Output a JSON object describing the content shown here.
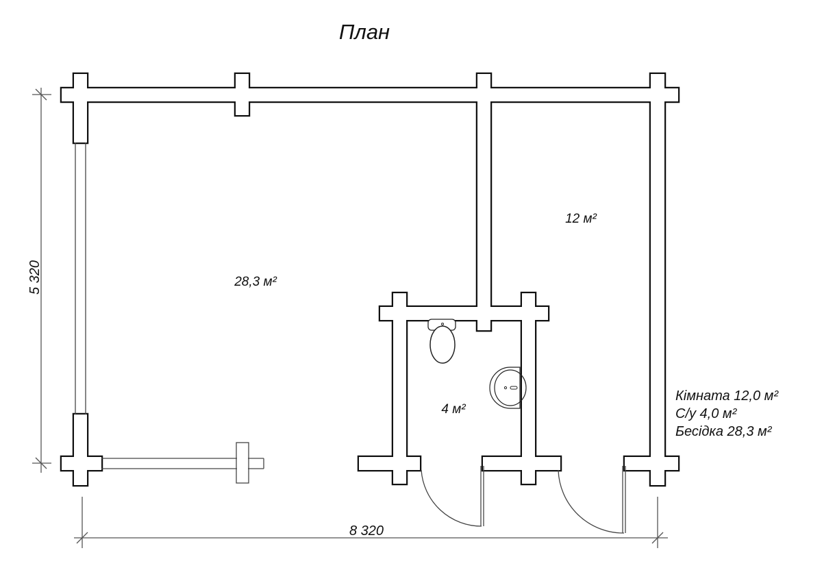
{
  "title": "План",
  "rooms": {
    "gazebo_area": "28,3 м²",
    "room_area": "12 м²",
    "bathroom_area": "4 м²"
  },
  "dimensions": {
    "height": "5 320",
    "width": "8 320"
  },
  "legend": [
    "Кімната 12,0 м²",
    "С/у 4,0 м²",
    "Бесідка 28,3 м²"
  ]
}
